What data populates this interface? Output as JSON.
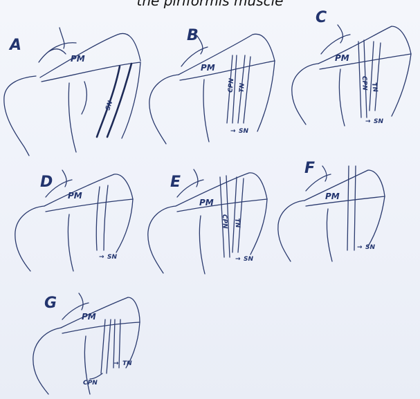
{
  "caption": "the piriformis muscle",
  "panels": {
    "A": {
      "letter": "A",
      "pm": "PM",
      "sn": "SN"
    },
    "B": {
      "letter": "B",
      "pm": "PM",
      "cpn": "CPN",
      "tn": "TN",
      "sn": "SN"
    },
    "C": {
      "letter": "C",
      "pm": "PM",
      "cpn": "CPN",
      "tn": "TN",
      "sn": "SN"
    },
    "D": {
      "letter": "D",
      "pm": "PM",
      "sn": "SN"
    },
    "E": {
      "letter": "E",
      "pm": "PM",
      "cpn": "CPN",
      "tn": "TN",
      "sn": "SN"
    },
    "F": {
      "letter": "F",
      "pm": "PM",
      "sn": "SN"
    },
    "G": {
      "letter": "G",
      "pm": "PM",
      "cpn": "CPN",
      "tn": "TN"
    }
  },
  "arrow": "→"
}
